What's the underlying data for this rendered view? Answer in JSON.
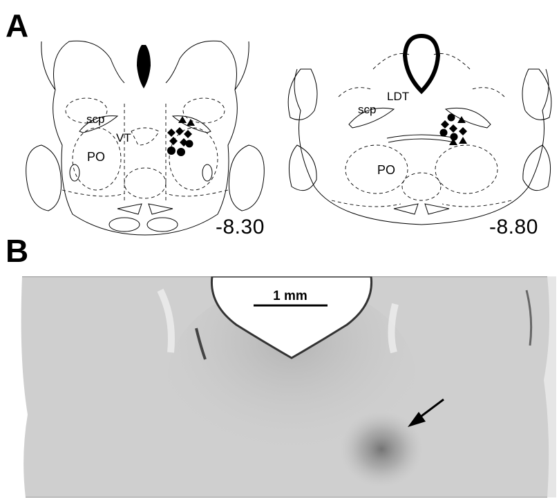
{
  "panel_a": {
    "letter": "A",
    "left_section": {
      "coordinate": "-8.30",
      "labels": {
        "scp": "scp",
        "vt": "VT",
        "po": "PO"
      }
    },
    "right_section": {
      "coordinate": "-8.80",
      "labels": {
        "ldt": "LDT",
        "scp": "scp",
        "po": "PO"
      }
    }
  },
  "panel_b": {
    "letter": "B",
    "scale_bar_label": "1 mm"
  },
  "colors": {
    "ink": "#000000",
    "tissue": "#cfcfcf",
    "background": "#ffffff"
  }
}
